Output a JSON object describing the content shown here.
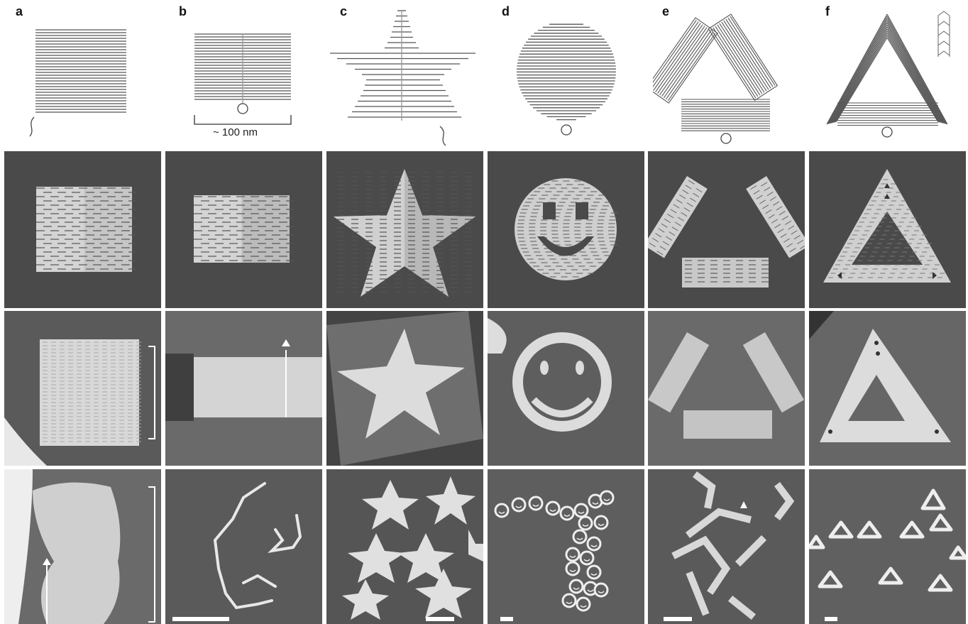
{
  "figure": {
    "panel_labels": [
      "a",
      "b",
      "c",
      "d",
      "e",
      "f"
    ],
    "scale_annotation": "~ 100 nm",
    "columns": [
      {
        "label": "a",
        "shape": "square"
      },
      {
        "label": "b",
        "shape": "rectangle"
      },
      {
        "label": "c",
        "shape": "star"
      },
      {
        "label": "d",
        "shape": "smiley face"
      },
      {
        "label": "e",
        "shape": "three rectangles triangle"
      },
      {
        "label": "f",
        "shape": "triangle"
      }
    ],
    "rows": [
      "schematic",
      "model",
      "afm-zoom",
      "afm-wide"
    ],
    "colors": {
      "background": "#ffffff",
      "model_bg": "#4a4a4a",
      "helix": "#dcdcdc",
      "afm_bg": "#6d6d6d"
    }
  }
}
